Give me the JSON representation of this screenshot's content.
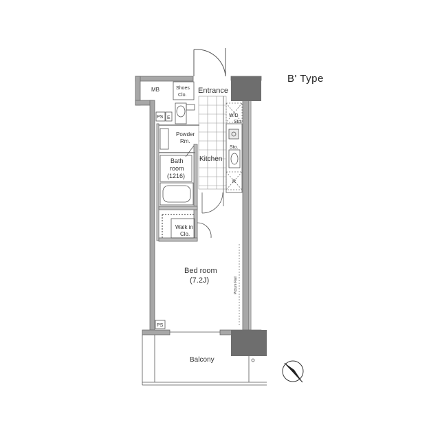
{
  "title": "B' Type",
  "rooms": {
    "mb": "MB",
    "shoes_line1": "Shoes",
    "shoes_line2": "Clo.",
    "entrance": "Entrance",
    "wd_line1": "W/D",
    "wd_line2": "Sto.",
    "ps_top": "PS",
    "e": "E",
    "powder_line1": "Powder",
    "powder_line2": "Rm.",
    "sto": "Sto.",
    "kitchen": "Kitchen",
    "bath_line1": "Bath",
    "bath_line2": "room",
    "bath_line3": "(1216)",
    "r": "R",
    "walkin_line1": "Walk in",
    "walkin_line2": "Clo.",
    "bed_line1": "Bed room",
    "bed_line2": "(7.2J)",
    "picture_rail": "Picture Rail",
    "ps_bottom": "PS",
    "balcony": "Balcony"
  },
  "colors": {
    "wall": "#9a9a9a",
    "column": "#6e6e6e",
    "line": "#555555"
  },
  "icons": {
    "compass": "north-arrow-icon"
  }
}
